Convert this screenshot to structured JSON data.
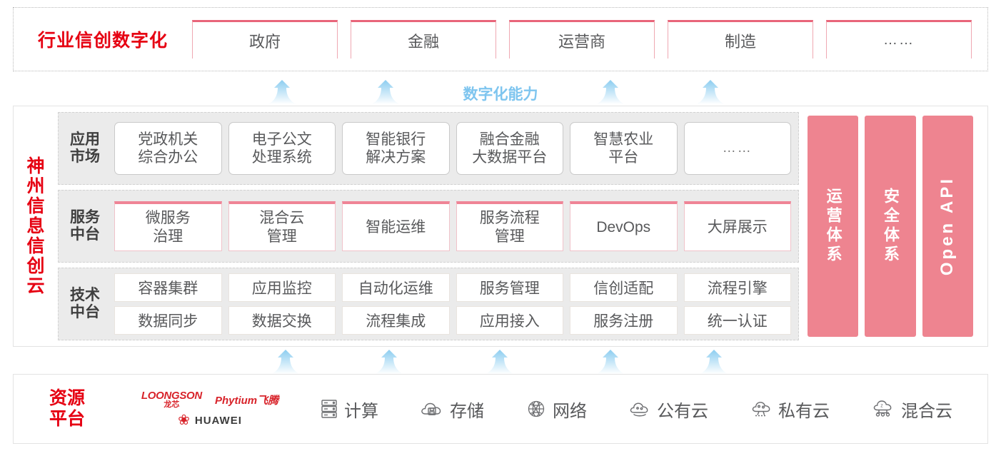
{
  "industry": {
    "title": "行业信创数字化",
    "cards": [
      "政府",
      "金融",
      "运营商",
      "制造",
      "……"
    ]
  },
  "capability_label": "数字化能力",
  "cloud": {
    "title_chars": [
      "神",
      "州",
      "信",
      "息",
      "信",
      "创",
      "云"
    ],
    "rows": [
      {
        "label_lines": [
          "应用",
          "市场"
        ],
        "cards": [
          "党政机关\n综合办公",
          "电子公文\n处理系统",
          "智能银行\n解决方案",
          "融合金融\n大数据平台",
          "智慧农业\n平台",
          "……"
        ]
      },
      {
        "label_lines": [
          "服务",
          "中台"
        ],
        "cards": [
          "微服务\n治理",
          "混合云\n管理",
          "智能运维",
          "服务流程\n管理",
          "DevOps",
          "大屏展示"
        ]
      },
      {
        "label_lines": [
          "技术",
          "中台"
        ],
        "cards_top": [
          "容器集群",
          "应用监控",
          "自动化运维",
          "服务管理",
          "信创适配",
          "流程引擎"
        ],
        "cards_bottom": [
          "数据同步",
          "数据交换",
          "流程集成",
          "应用接入",
          "服务注册",
          "统一认证"
        ]
      }
    ],
    "side_columns": [
      {
        "text": "运营体系",
        "latin": false
      },
      {
        "text": "安全体系",
        "latin": false
      },
      {
        "text": "Open API",
        "latin": true
      }
    ]
  },
  "resource": {
    "title_lines": [
      "资源",
      "平台"
    ],
    "logos": {
      "loongson_en": "LOONGSON",
      "loongson_cn": "龙芯",
      "phytium": "Phytium飞腾",
      "huawei": "HUAWEI"
    },
    "items": [
      {
        "label": "计算",
        "icon": "server-icon"
      },
      {
        "label": "存储",
        "icon": "cloud-storage-icon"
      },
      {
        "label": "网络",
        "icon": "network-globe-icon"
      },
      {
        "label": "公有云",
        "icon": "public-cloud-icon"
      },
      {
        "label": "私有云",
        "icon": "private-cloud-icon"
      },
      {
        "label": "混合云",
        "icon": "hybrid-cloud-icon"
      }
    ]
  },
  "colors": {
    "brand_red": "#e60012",
    "accent_pink": "#ee8490",
    "arrow_blue": "#9fd4f2",
    "band_gray": "#ebebeb"
  },
  "arrows": {
    "top_positions": [
      395,
      540,
      855,
      995
    ],
    "bottom_positions": [
      400,
      545,
      700,
      855,
      1000
    ]
  }
}
